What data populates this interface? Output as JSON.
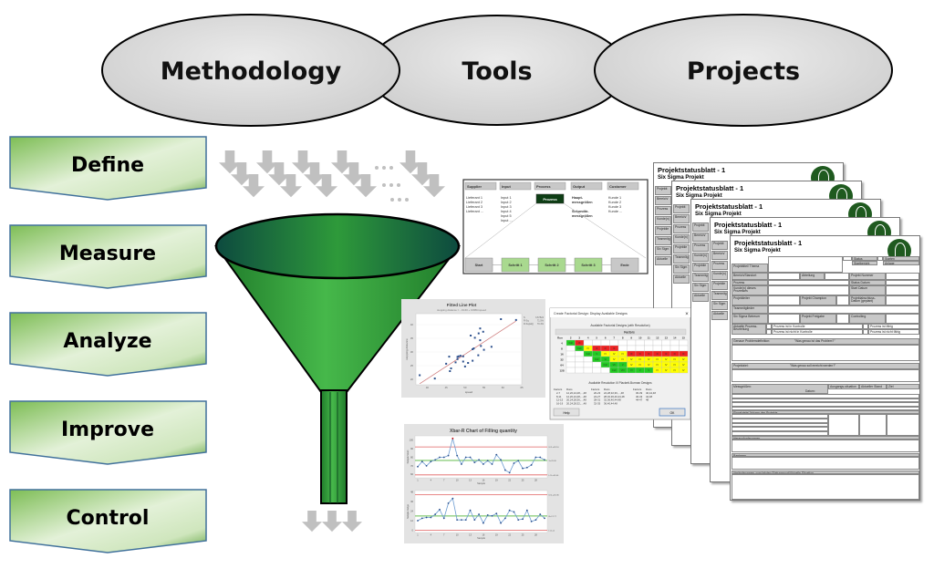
{
  "ovals": [
    "Methodology",
    "Tools",
    "Projects"
  ],
  "phases": [
    "Define",
    "Measure",
    "Analyze",
    "Improve",
    "Control"
  ],
  "sipoc": {
    "headers": [
      "Supplier",
      "Input",
      "Process",
      "Output",
      "Customer"
    ],
    "suppliers": [
      "Lieferant 1",
      "Lieferant 2",
      "Lieferant 3",
      "Lieferant ..."
    ],
    "inputs": [
      "Input 1",
      "Input 2",
      "Input 3",
      "Input 4",
      "Input 5",
      "Input ..."
    ],
    "process": "Prozess",
    "outputs": [
      "Haupt-",
      "messgrößen",
      "Sekundär-",
      "messgrößen"
    ],
    "customers": [
      "Kunde 1",
      "Kunde 2",
      "Kunde 3",
      "Kunde ..."
    ],
    "steps": [
      "Start",
      "Schritt 1",
      "Schritt 2",
      "Schritt 3",
      "Ende"
    ]
  },
  "fitted_plot": {
    "title": "Fitted Line Plot",
    "subtitle": "stopping distance = - 19.60 + 0.8954 speed",
    "xlabel": "speed",
    "ylabel": "stopping distance",
    "stats": [
      [
        "S",
        "3.67524"
      ],
      [
        "R-Sq",
        "71.5%"
      ],
      [
        "R-Sq(adj)",
        "70.4%"
      ]
    ],
    "xticks": [
      40,
      45,
      50,
      55,
      60,
      65
    ],
    "yticks": [
      20,
      25,
      30,
      35,
      40
    ],
    "xlim": [
      37,
      65
    ],
    "ylim": [
      18,
      44
    ],
    "points": [
      [
        38,
        21.5
      ],
      [
        42,
        20.3
      ],
      [
        45,
        25.7
      ],
      [
        45.8,
        28.3
      ],
      [
        46,
        23
      ],
      [
        46.3,
        24
      ],
      [
        47.5,
        26.2
      ],
      [
        48,
        28.2
      ],
      [
        48,
        27.4
      ],
      [
        48.3,
        28.4
      ],
      [
        48.8,
        28.6
      ],
      [
        49.5,
        28.4
      ],
      [
        49.5,
        26.5
      ],
      [
        50,
        24.7
      ],
      [
        50.8,
        26
      ],
      [
        51.5,
        36
      ],
      [
        52,
        31
      ],
      [
        52,
        26.8
      ],
      [
        52.3,
        31.3
      ],
      [
        52.6,
        35.2
      ],
      [
        53.5,
        28.8
      ],
      [
        53.6,
        36.8
      ],
      [
        54,
        38.6
      ],
      [
        54,
        34.3
      ],
      [
        54.2,
        32.2
      ],
      [
        54.8,
        37.4
      ],
      [
        55,
        30.8
      ],
      [
        57,
        31.9
      ],
      [
        59.5,
        42
      ],
      [
        63.5,
        41.7
      ]
    ],
    "line": [
      [
        38,
        18.4
      ],
      [
        63.5,
        41.3
      ]
    ]
  },
  "doe_dialog": {
    "title": "Create Factorial Design: Display Available Designs",
    "table_title": "Available Factorial Designs (with Resolution)",
    "factors_label": "Factors",
    "run_label": "Run",
    "factor_cols": [
      "2",
      "3",
      "4",
      "5",
      "6",
      "7",
      "8",
      "9",
      "10",
      "11",
      "12",
      "13",
      "14",
      "15"
    ],
    "rows": [
      {
        "run": "4",
        "cells": [
          "Full",
          "III",
          "",
          "",
          "",
          "",
          "",
          "",
          "",
          "",
          "",
          "",
          "",
          ""
        ]
      },
      {
        "run": "8",
        "cells": [
          "",
          "Full",
          "IV",
          "III",
          "III",
          "III",
          "",
          "",
          "",
          "",
          "",
          "",
          "",
          ""
        ]
      },
      {
        "run": "16",
        "cells": [
          "",
          "",
          "Full",
          "V",
          "IV",
          "IV",
          "IV",
          "III",
          "III",
          "III",
          "III",
          "III",
          "III",
          "III"
        ]
      },
      {
        "run": "32",
        "cells": [
          "",
          "",
          "",
          "Full",
          "VI",
          "IV",
          "IV",
          "IV",
          "IV",
          "IV",
          "IV",
          "IV",
          "IV",
          "IV"
        ]
      },
      {
        "run": "64",
        "cells": [
          "",
          "",
          "",
          "",
          "Full",
          "VII",
          "V",
          "IV",
          "IV",
          "IV",
          "IV",
          "IV",
          "IV",
          "IV"
        ]
      },
      {
        "run": "128",
        "cells": [
          "",
          "",
          "",
          "",
          "",
          "Full",
          "VIII",
          "VI",
          "V",
          "V",
          "IV",
          "IV",
          "IV",
          "IV"
        ]
      }
    ],
    "pb_title": "Available Resolution III Plackett-Burman Designs",
    "pb_headers": [
      "Factors",
      "Runs"
    ],
    "pb": [
      [
        "2-7",
        "12,20,24,28,...,48"
      ],
      [
        "8-11",
        "12,20,24,28,...,48"
      ],
      [
        "12-15",
        "20,24,28,36,...,48"
      ],
      [
        "16-19",
        "20,24,28,32,...,48"
      ],
      [
        "20-23",
        "24,28,32,36,...,48"
      ],
      [
        "24-27",
        "28,32,36,40,44,48"
      ],
      [
        "28-31",
        "32,36,40,44,48"
      ],
      [
        "32-35",
        "36,40,44,48"
      ],
      [
        "36-39",
        "40,44,48"
      ],
      [
        "40-43",
        "44,48"
      ],
      [
        "44-47",
        "48"
      ]
    ],
    "help_button": "Help",
    "ok_button": "OK",
    "colors": {
      "Full": "#22cc22",
      "high": "#22cc22",
      "IV": "#ffff00",
      "III": "#ee2222"
    }
  },
  "xbar_chart": {
    "title": "Xbar-R Chart of Filling quantity",
    "xlabel": "Sample",
    "xticks": [
      "1",
      "4",
      "7",
      "10",
      "13",
      "16",
      "19",
      "22",
      "25",
      "28"
    ],
    "mean": {
      "ylabel": "Sample Mean",
      "yticks": [
        60,
        70,
        80,
        90,
        100
      ],
      "ylim": [
        56,
        105
      ],
      "ucl": 92.1,
      "center": 76.3,
      "lcl": 59.4,
      "ucl_label": "UCL=92.10",
      "center_label": "X=76.30",
      "lcl_label": "LCL=59.40",
      "values": [
        69,
        75,
        70,
        75,
        77,
        80,
        80,
        82,
        102,
        82,
        72,
        80,
        80,
        74,
        77,
        72,
        76,
        72,
        83,
        77,
        65,
        62,
        73,
        76,
        67,
        68,
        71,
        80,
        80,
        77
      ]
    },
    "range": {
      "ylabel": "Sample Range",
      "yticks": [
        0,
        12,
        24,
        36,
        48
      ],
      "ylim": [
        -3,
        50
      ],
      "ucl": 45,
      "center": 18,
      "lcl": 0,
      "ucl_label": "UCL=45.36",
      "center_label": "R=17.77",
      "lcl_label": "LCL=0",
      "values": [
        12,
        15,
        16,
        16,
        20,
        26,
        15,
        34,
        40,
        13,
        13,
        13,
        25,
        13,
        20,
        9,
        19,
        18,
        21,
        9,
        15,
        25,
        23,
        13,
        14,
        25,
        11,
        13,
        20,
        15
      ]
    },
    "line_color": "#6b9bd1",
    "limit_color": "#e06060",
    "center_color": "#8fcf7f"
  },
  "status_sheet": {
    "title": "Projektstatusblatt - 1",
    "subtitle": "Six Sigma Projekt",
    "back_labels": [
      "Projektt",
      "Bereich/",
      "Prozess",
      "Kunde(n)",
      "Projektle",
      "Teammitg",
      "Six Sigm",
      "Aktuelle"
    ],
    "status_box": [
      "Status",
      "Starten",
      "Startbericht",
      "Anlage"
    ],
    "fields": {
      "project_title": "Projekttitel/ Thema",
      "area": "Bereich/Standort",
      "department": "Abteilung",
      "project_number": "Projekt Nummer",
      "process": "Prozess",
      "status_date": "Status Datum",
      "customers": "Kunde(n) dieses Prozesses",
      "start_date": "Start Datum",
      "project_lead": "Projektleiter",
      "champion": "Projekt Champion",
      "end_date": "Projektabschluss-Datum (geplant)",
      "team": "Teammitglieder",
      "coach": "Six Sigma Betreuer",
      "approval": "Projekt Freigabe",
      "controlling": "Controlling",
      "assessment": "Aktuelle Prozess-Beurteilung",
      "in_control": "Prozess ist in Kontrolle",
      "capable": "Prozess ist fähig",
      "not_in_control": "Prozess ist nicht in Kontrolle",
      "not_capable": "Prozess ist nicht fähig"
    },
    "problem_label": "Genaue Problemdefinition:",
    "problem_hint": "\"Was genau ist das Problem?\"",
    "goal_label": "Projektziel:",
    "goal_hint": "\"Was genau soll erreicht werden?\"",
    "metrics_label": "Messgrößen:",
    "date_label": "Datum:",
    "metric_cols": [
      "Ausgangs-situation",
      "Aktueller Stand",
      "Ziel"
    ],
    "benefits_label": "Einzelziele/ Nutzen des Projekts",
    "challenges_label": "Herausforderungen",
    "barriers_label": "Barrieren",
    "changes_label": "Veränderungen zum letzten Statusreport/Aktuelle Situation"
  },
  "colors": {
    "funnel": "#2e9a3a",
    "funnel_dark": "#0d4a3f",
    "arrow": "#c0c0c0",
    "phase_fill": "#8cc56a",
    "phase_border": "#41719c",
    "oval": "#d9d9d9"
  }
}
